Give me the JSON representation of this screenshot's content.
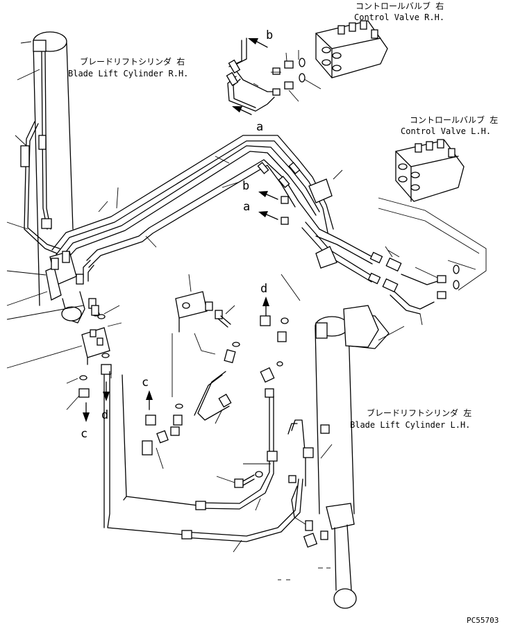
{
  "labels": {
    "rh_cyl_jp": "ブレードリフトシリンダ 右",
    "rh_cyl_en": "Blade Lift Cylinder R.H.",
    "rh_valve_jp": "コントロールバルブ 右",
    "rh_valve_en": "Control Valve R.H.",
    "lh_valve_jp": "コントロールバルブ 左",
    "lh_valve_en": "Control Valve L.H.",
    "lh_cyl_jp": "ブレードリフトシリンダ 左",
    "lh_cyl_en": "Blade Lift Cylinder L.H.",
    "drawing_no": "PC55703"
  },
  "callouts": {
    "b1": "b",
    "a1": "a",
    "b2": "b",
    "a2": "a",
    "d1": "d",
    "c1": "c",
    "d2": "d",
    "c2": "c"
  }
}
